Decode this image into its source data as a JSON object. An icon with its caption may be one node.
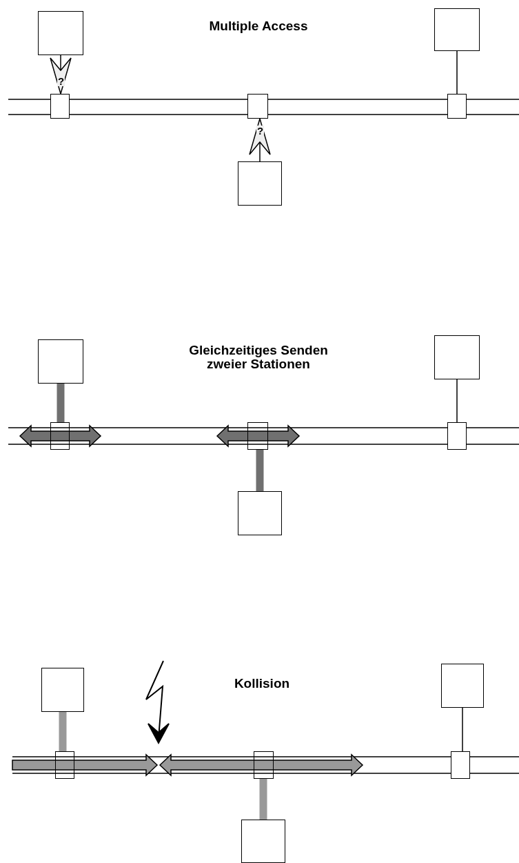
{
  "diagram": {
    "nodes": [
      {
        "text": [],
        "shape": "box"
      },
      {
        "text": [],
        "shape": "box"
      },
      {
        "text": [],
        "shape": "box"
      },
      {
        "text": [],
        "shape": "box"
      },
      {
        "text": [],
        "shape": "box"
      },
      {
        "text": [],
        "shape": "box"
      },
      {
        "text": [],
        "shape": "box"
      },
      {
        "text": [],
        "shape": "box"
      },
      {
        "text": [],
        "shape": "box"
      },
      {
        "text": [],
        "shape": "box"
      },
      {
        "text": [],
        "shape": "box"
      },
      {
        "text": [],
        "shape": "box"
      },
      {
        "text": [],
        "shape": "box"
      },
      {
        "text": [],
        "shape": "box"
      },
      {
        "text": [],
        "shape": "box"
      },
      {
        "text": [],
        "shape": "box"
      },
      {
        "text": [],
        "shape": "box"
      },
      {
        "text": [],
        "shape": "box"
      }
    ],
    "edges": [
      {
        "from": 0,
        "to": 2,
        "arrow": "to",
        "label": "?"
      },
      {
        "from": 5,
        "to": 3,
        "arrow": "to",
        "label": "?"
      },
      {
        "from": 1,
        "to": 4,
        "arrow": "none"
      },
      {
        "from": 6,
        "to": 8,
        "arrow": "none",
        "style": "thick",
        "color": "#707070"
      },
      {
        "from": 11,
        "to": 9,
        "arrow": "none",
        "style": "thick",
        "color": "#707070"
      },
      {
        "from": 7,
        "to": 10,
        "arrow": "none"
      },
      {
        "from": 12,
        "to": 14,
        "arrow": "none",
        "style": "thick",
        "color": "#999999"
      },
      {
        "from": 17,
        "to": 15,
        "arrow": "none",
        "style": "thick",
        "color": "#999999"
      },
      {
        "from": 13,
        "to": 16,
        "arrow": "none"
      }
    ],
    "labels": [
      "Multiple Access",
      "Gleichzeitiges Senden zweier Stationen",
      "Kollision"
    ]
  }
}
